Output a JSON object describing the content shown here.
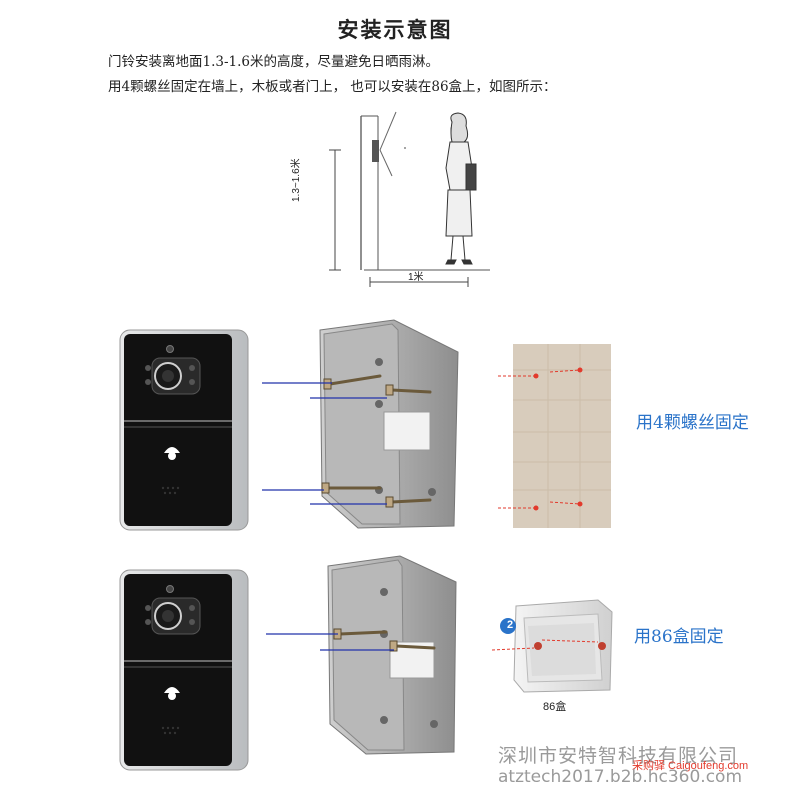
{
  "title": "安装示意图",
  "instructions": {
    "line1": "门铃安装离地面1.3-1.6米的高度，尽量避免日晒雨淋。",
    "line2": "用4颗螺丝固定在墙上，木板或者门上，  也可以安装在86盒上，如图所示："
  },
  "height_diagram": {
    "height_label": "1.3~1.6米",
    "distance_label": "1米"
  },
  "method1": {
    "caption": "用4颗螺丝固定"
  },
  "method2": {
    "caption": "用86盒固定",
    "box_label": "86盒",
    "step_badge": "2"
  },
  "footer": {
    "company": "深圳市安特智科技有限公司",
    "website": "atztech2017.b2b.hc360.com",
    "watermark": "采购驿 Caigoufeng.com"
  },
  "colors": {
    "accent_blue": "#2a73c9",
    "device_black": "#111111",
    "device_frame": "#d5d7d9",
    "bracket_gray": "#a8a8a8",
    "wall_beige": "#d8ccbc",
    "guide_line": "#2233aa",
    "marker_red": "#e23a2c"
  }
}
